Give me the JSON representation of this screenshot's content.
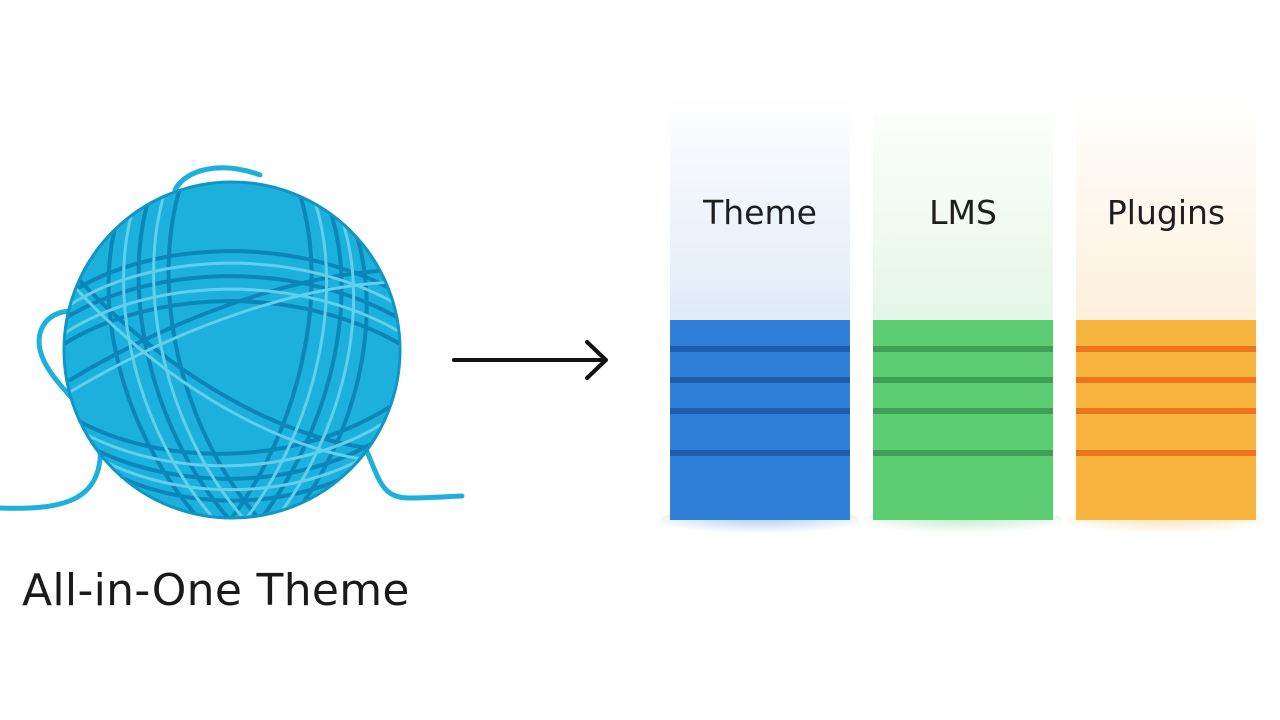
{
  "left": {
    "caption": "All-in-One Theme",
    "icon": "yarn-ball-icon",
    "color": "#1eb0dc"
  },
  "arrow": {
    "icon": "arrow-right-icon",
    "color": "#111111"
  },
  "columns": [
    {
      "label": "Theme",
      "icon": "stack-icon",
      "fill": "#2f80d8",
      "line": "#1d5fa9",
      "glow": "#dfeaf8"
    },
    {
      "label": "LMS",
      "icon": "stack-icon",
      "fill": "#5ccd73",
      "line": "#3ea054",
      "glow": "#e4f6e6"
    },
    {
      "label": "Plugins",
      "icon": "stack-icon",
      "fill": "#f7b540",
      "line": "#f0741c",
      "glow": "#fdf0dc"
    }
  ]
}
